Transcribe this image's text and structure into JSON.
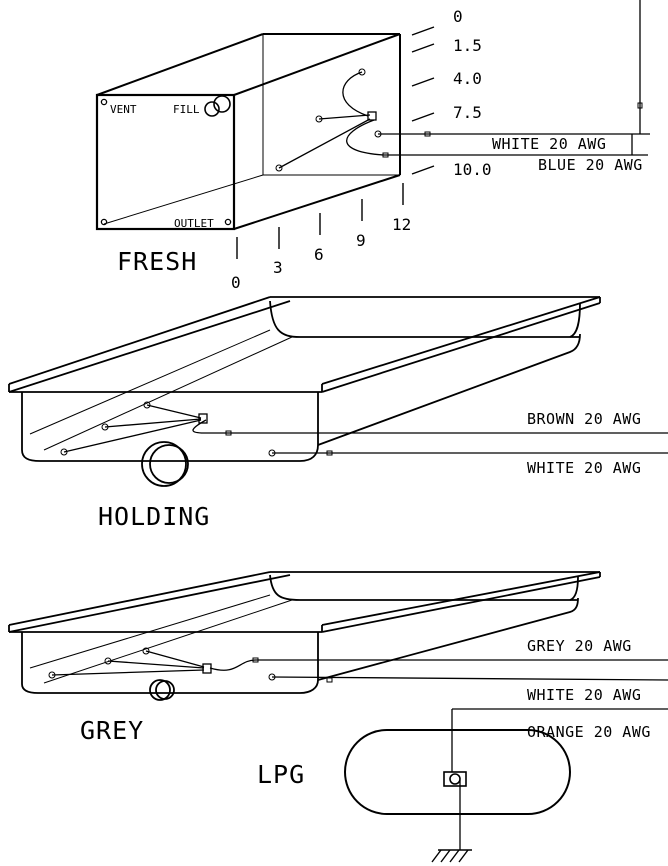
{
  "tanks": {
    "fresh": {
      "name": "FRESH",
      "vent_label": "VENT",
      "fill_label": "FILL",
      "outlet_label": "OUTLET",
      "side_scale": [
        "0",
        "1.5",
        "4.0",
        "7.5",
        "10.0"
      ],
      "bottom_scale": [
        "0",
        "3",
        "6",
        "9",
        "12"
      ],
      "wires": [
        "WHITE 20 AWG",
        "BLUE 20 AWG"
      ]
    },
    "holding": {
      "name": "HOLDING",
      "wires": [
        "BROWN 20 AWG",
        "WHITE 20 AWG"
      ]
    },
    "grey": {
      "name": "GREY",
      "wires": [
        "GREY 20 AWG",
        "WHITE 20 AWG"
      ]
    },
    "lpg": {
      "name": "LPG",
      "wires": [
        "ORANGE 20 AWG"
      ]
    }
  }
}
